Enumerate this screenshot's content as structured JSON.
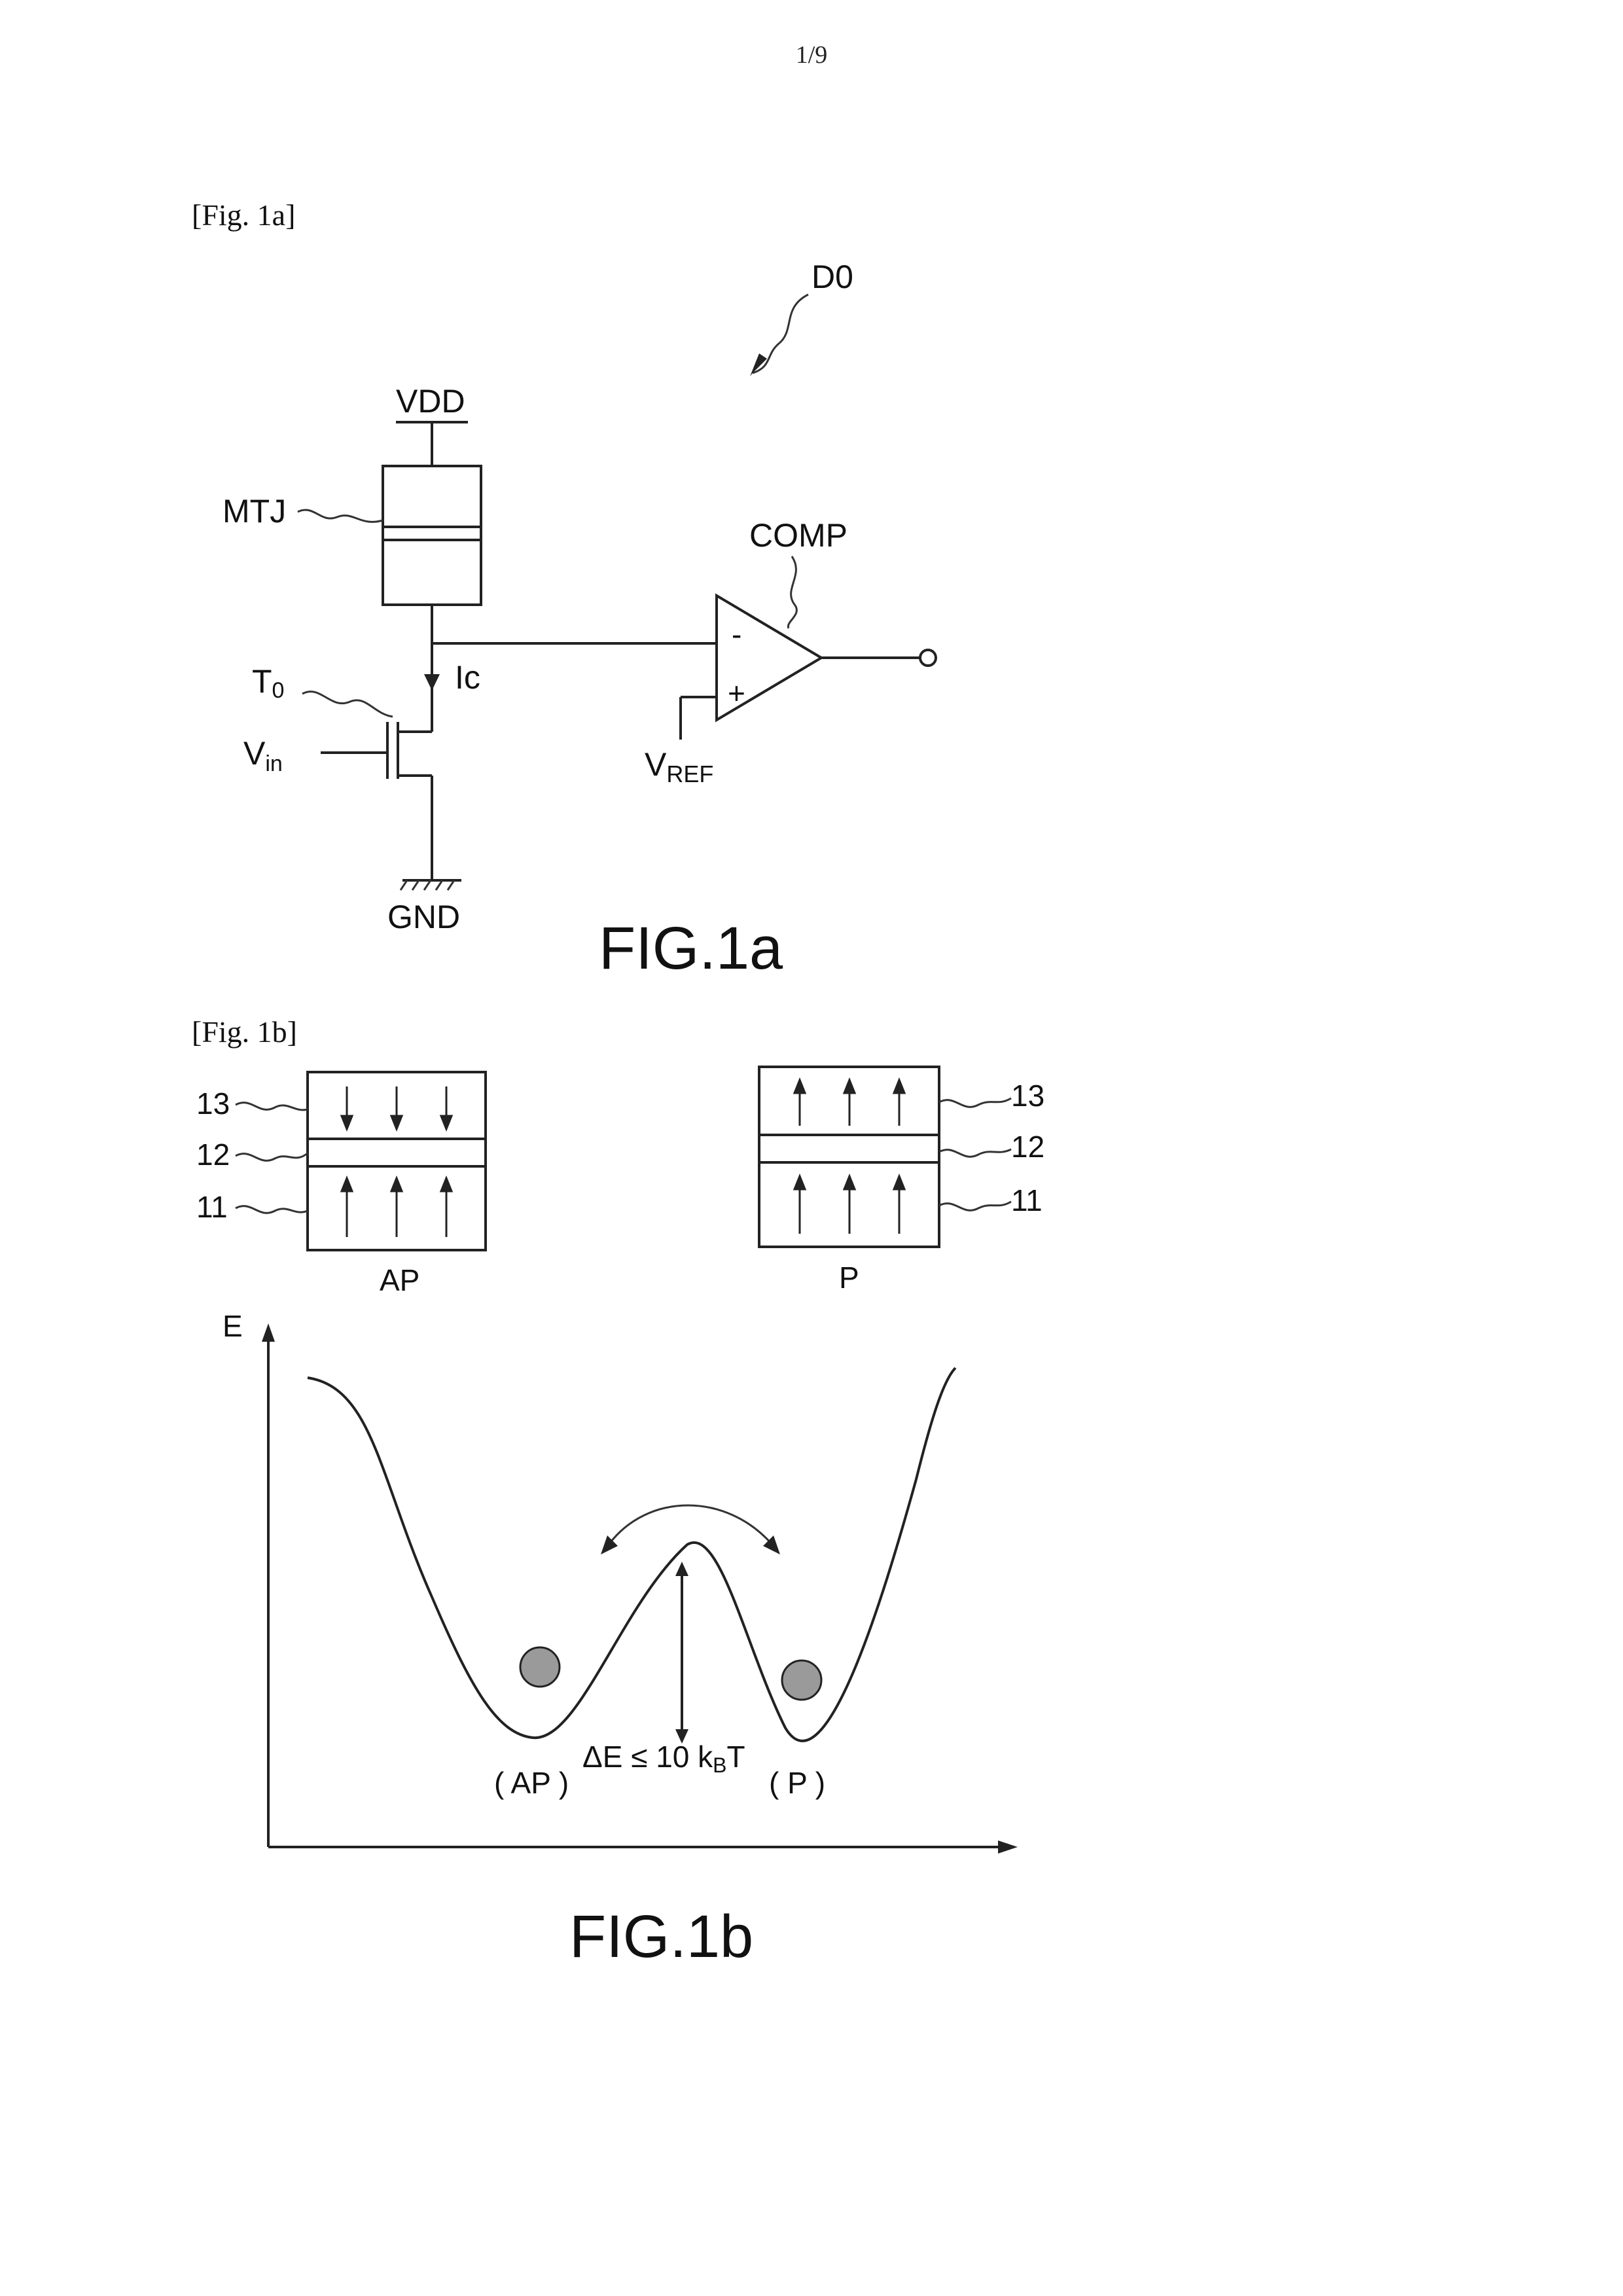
{
  "page_number": "1/9",
  "fig1a": {
    "tag": "[Fig. 1a]",
    "device_label": "D0",
    "vdd": "VDD",
    "mtj": "MTJ",
    "comp": "COMP",
    "comp_minus": "-",
    "comp_plus": "+",
    "ic": "Ic",
    "t0_main": "T",
    "t0_sub": "0",
    "vin_main": "V",
    "vin_sub": "in",
    "vref_main": "V",
    "vref_sub": "REF",
    "gnd": "GND",
    "title": "FIG.1a"
  },
  "fig1b": {
    "tag": "[Fig. 1b]",
    "layer_13": "13",
    "layer_12": "12",
    "layer_11": "11",
    "state_ap": "AP",
    "state_p": "P",
    "axis_e": "E",
    "well_ap": "( AP )",
    "well_p": "( P )",
    "barrier_main": "ΔE ≤ 10 k",
    "barrier_sub": "B",
    "barrier_tail": "T",
    "title": "FIG.1b"
  },
  "colors": {
    "line": "#222222",
    "ball_fill": "#9a9a9a"
  }
}
